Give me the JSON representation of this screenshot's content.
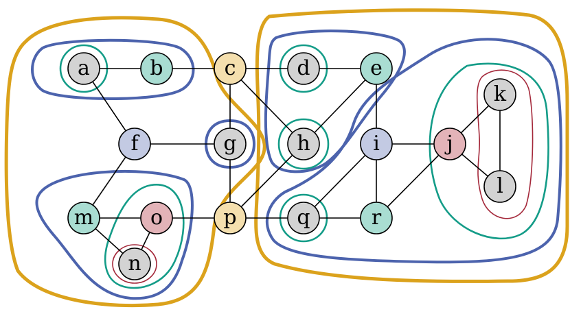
{
  "colors": {
    "gray": "#d3d3d3",
    "teal": "#a9ddd2",
    "lavender": "#c3cae3",
    "pink": "#e3b3b8",
    "peach": "#f4dfae",
    "orange_outline": "#dba21c",
    "blue_outline": "#4c63ad",
    "green_outline": "#149c88",
    "red_outline": "#a4283a"
  },
  "nodes": [
    {
      "id": "a",
      "label": "a",
      "fill": "gray"
    },
    {
      "id": "b",
      "label": "b",
      "fill": "teal"
    },
    {
      "id": "c",
      "label": "c",
      "fill": "peach"
    },
    {
      "id": "d",
      "label": "d",
      "fill": "gray"
    },
    {
      "id": "e",
      "label": "e",
      "fill": "teal"
    },
    {
      "id": "f",
      "label": "f",
      "fill": "lavender"
    },
    {
      "id": "g",
      "label": "g",
      "fill": "gray"
    },
    {
      "id": "h",
      "label": "h",
      "fill": "gray"
    },
    {
      "id": "i",
      "label": "i",
      "fill": "lavender"
    },
    {
      "id": "j",
      "label": "j",
      "fill": "pink"
    },
    {
      "id": "k",
      "label": "k",
      "fill": "gray"
    },
    {
      "id": "l",
      "label": "l",
      "fill": "gray"
    },
    {
      "id": "m",
      "label": "m",
      "fill": "teal"
    },
    {
      "id": "n",
      "label": "n",
      "fill": "gray"
    },
    {
      "id": "o",
      "label": "o",
      "fill": "pink"
    },
    {
      "id": "p",
      "label": "p",
      "fill": "peach"
    },
    {
      "id": "q",
      "label": "q",
      "fill": "gray"
    },
    {
      "id": "r",
      "label": "r",
      "fill": "teal"
    }
  ],
  "edges": [
    [
      "a",
      "b"
    ],
    [
      "b",
      "c"
    ],
    [
      "c",
      "d"
    ],
    [
      "d",
      "e"
    ],
    [
      "a",
      "f"
    ],
    [
      "c",
      "g"
    ],
    [
      "c",
      "h"
    ],
    [
      "e",
      "h"
    ],
    [
      "e",
      "i"
    ],
    [
      "f",
      "g"
    ],
    [
      "i",
      "j"
    ],
    [
      "j",
      "k"
    ],
    [
      "j",
      "l"
    ],
    [
      "k",
      "l"
    ],
    [
      "f",
      "m"
    ],
    [
      "m",
      "o"
    ],
    [
      "m",
      "n"
    ],
    [
      "n",
      "o"
    ],
    [
      "o",
      "p"
    ],
    [
      "p",
      "q"
    ],
    [
      "q",
      "r"
    ],
    [
      "g",
      "p"
    ],
    [
      "h",
      "p"
    ],
    [
      "i",
      "q"
    ],
    [
      "i",
      "r"
    ],
    [
      "j",
      "r"
    ]
  ],
  "groups": [
    {
      "id": "orange-left",
      "color": "orange_outline",
      "members": [
        "a",
        "b",
        "f",
        "m",
        "n",
        "o"
      ]
    },
    {
      "id": "orange-right",
      "color": "orange_outline",
      "members": [
        "d",
        "e",
        "h",
        "i",
        "j",
        "k",
        "l",
        "q",
        "r"
      ]
    },
    {
      "id": "blue-ab",
      "color": "blue_outline",
      "members": [
        "a",
        "b"
      ]
    },
    {
      "id": "blue-mno",
      "color": "blue_outline",
      "members": [
        "m",
        "n",
        "o"
      ]
    },
    {
      "id": "blue-g",
      "color": "blue_outline",
      "members": [
        "g"
      ]
    },
    {
      "id": "blue-deh",
      "color": "blue_outline",
      "members": [
        "d",
        "e",
        "h"
      ]
    },
    {
      "id": "blue-ijklqr",
      "color": "blue_outline",
      "members": [
        "i",
        "j",
        "k",
        "l",
        "q",
        "r"
      ]
    },
    {
      "id": "green-a",
      "color": "green_outline",
      "members": [
        "a"
      ]
    },
    {
      "id": "green-no",
      "color": "green_outline",
      "members": [
        "n",
        "o"
      ]
    },
    {
      "id": "green-d",
      "color": "green_outline",
      "members": [
        "d"
      ]
    },
    {
      "id": "green-h",
      "color": "green_outline",
      "members": [
        "h"
      ]
    },
    {
      "id": "green-q",
      "color": "green_outline",
      "members": [
        "q"
      ]
    },
    {
      "id": "green-jkl",
      "color": "green_outline",
      "members": [
        "j",
        "k",
        "l"
      ]
    },
    {
      "id": "red-n",
      "color": "red_outline",
      "members": [
        "n"
      ]
    },
    {
      "id": "red-kl",
      "color": "red_outline",
      "members": [
        "k",
        "l"
      ]
    }
  ]
}
